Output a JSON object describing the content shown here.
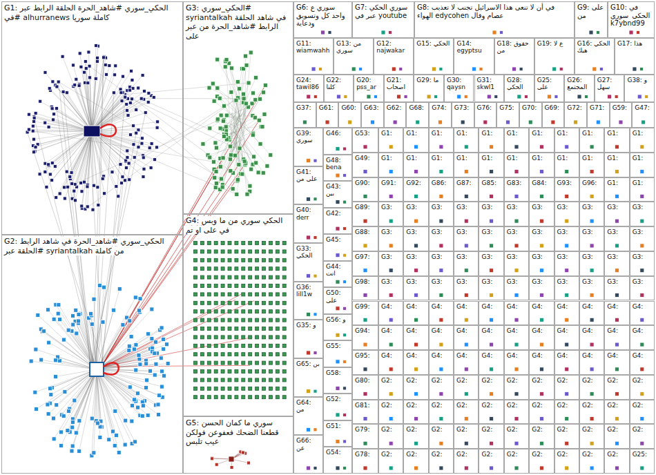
{
  "diagram": {
    "nodes": [
      {
        "text": [
          "G1: الحكي_سوري #شاهد_الحرة الحلقة الرابط عبر في# alhurranews كاملة سوريا"
        ]
      },
      {
        "text": [
          "G2: الحكي_سوري #شاهد_الحرة في شاهد الرابط الحلقة عبر# syriantalkah من كاملة"
        ]
      },
      {
        "text": [
          "G3: الحكي_سوري# syriantalkah في شاهد الحلقة الرابط #شاهد_الحرة من عبر على"
        ]
      },
      {
        "text": [
          "G4: الحكي سوري من ما وبس في على او تم"
        ]
      },
      {
        "text": [
          "G5: سوري ما كمان الحسن قطعنا الضحك فعفوعن فولكن عيب تلبس"
        ]
      },
      {
        "text": [
          "G6: سوري ع واحد كل وتسويق ودعاية"
        ]
      },
      {
        "text": [
          "G7: سوري الحكي عبر في youtube"
        ]
      },
      {
        "text": [
          "G8: في أن لا تنعى هذا الاسرائيل تجنب لا تعذيب الهواء edycohen عصام وقال"
        ]
      },
      {
        "text": [
          "G9: علی من"
        ]
      },
      {
        "text": [
          "G10: في الحكي_سوري k7ybnd99"
        ]
      },
      {
        "text": [
          "G11: wiamwahh"
        ]
      },
      {
        "text": [
          "G13: من سوري"
        ]
      },
      {
        "text": [
          "G12: najwakar"
        ]
      },
      {
        "text": [
          "G15: الحكي"
        ]
      },
      {
        "text": [
          "G14: egyptsu"
        ]
      },
      {
        "text": [
          "G18: حقوق من"
        ]
      },
      {
        "text": [
          "G19: ع لا"
        ]
      },
      {
        "text": [
          "G16: الحكي هيك"
        ]
      },
      {
        "text": [
          "G17: هذا"
        ]
      },
      {
        "text": [
          "G24: tawil86"
        ]
      },
      {
        "text": [
          "G22: كلنا"
        ]
      },
      {
        "text": [
          "G20: pss_ar"
        ]
      },
      {
        "text": [
          "G21: اصحاب"
        ]
      },
      {
        "text": [
          "G29: ما"
        ]
      },
      {
        "text": [
          "G30: qaysn"
        ]
      },
      {
        "text": [
          "G31: skwl1"
        ]
      },
      {
        "text": [
          "G28: الحكي"
        ]
      },
      {
        "text": [
          "G25: على"
        ]
      },
      {
        "text": [
          "G26: المجتمع"
        ]
      },
      {
        "text": [
          "G27: سهل"
        ]
      },
      {
        "text": [
          "G38: و"
        ]
      },
      {
        "text": [
          "G37:"
        ]
      },
      {
        "text": [
          "G61:"
        ]
      },
      {
        "text": [
          "G60:"
        ]
      },
      {
        "text": [
          "G63:"
        ]
      },
      {
        "text": [
          "G62:"
        ]
      },
      {
        "text": [
          "G68:"
        ]
      },
      {
        "text": [
          "G74:"
        ]
      },
      {
        "text": [
          "G73:"
        ]
      },
      {
        "text": [
          "G76:"
        ]
      },
      {
        "text": [
          "G75:"
        ]
      },
      {
        "text": [
          "G70:"
        ]
      },
      {
        "text": [
          "G69:"
        ]
      },
      {
        "text": [
          "G72:"
        ]
      },
      {
        "text": [
          "G71:"
        ]
      },
      {
        "text": [
          "G59:"
        ]
      },
      {
        "text": [
          "G47:"
        ]
      },
      {
        "text": [
          "G39: سوري"
        ]
      },
      {
        "text": [
          "G41: على من"
        ]
      },
      {
        "text": [
          "G40: derr"
        ]
      },
      {
        "text": [
          "G33: الحكي"
        ]
      },
      {
        "text": [
          "G36: lill1w"
        ]
      },
      {
        "text": [
          "G35: و"
        ]
      },
      {
        "text": [
          "G65: بن"
        ]
      },
      {
        "text": [
          "G64: من"
        ]
      },
      {
        "text": [
          "G66: عن"
        ]
      },
      {
        "text": [
          "G46:"
        ]
      },
      {
        "text": [
          "G48: bena"
        ]
      },
      {
        "text": [
          "G43: بين"
        ]
      },
      {
        "text": [
          "G42:"
        ]
      },
      {
        "text": [
          "G45:"
        ]
      },
      {
        "text": [
          "G44: انت"
        ]
      },
      {
        "text": [
          "G50: على"
        ]
      },
      {
        "text": [
          "G56: و"
        ]
      },
      {
        "text": [
          "G55:"
        ]
      },
      {
        "text": [
          "G58:"
        ]
      },
      {
        "text": [
          "G52:"
        ]
      },
      {
        "text": [
          "G51:"
        ]
      },
      {
        "text": [
          "G54:"
        ]
      },
      {
        "text": [
          "G53:"
        ]
      },
      {
        "text": [
          "G49:"
        ]
      },
      {
        "text": [
          "G90:"
        ]
      },
      {
        "text": [
          "G89:"
        ]
      },
      {
        "text": [
          "G88:"
        ]
      },
      {
        "text": [
          "G97:"
        ]
      },
      {
        "text": [
          "G98:"
        ]
      },
      {
        "text": [
          "G99:"
        ]
      },
      {
        "text": [
          "G94:"
        ]
      },
      {
        "text": [
          "G95:"
        ]
      },
      {
        "text": [
          "G80:"
        ]
      },
      {
        "text": [
          "G81:"
        ]
      },
      {
        "text": [
          "G79:"
        ]
      },
      {
        "text": [
          "G78:"
        ]
      },
      {
        "text": [
          "G1:"
        ]
      },
      {
        "text": [
          "G1:"
        ]
      },
      {
        "text": [
          "G1:"
        ]
      },
      {
        "text": [
          "G1:"
        ]
      },
      {
        "text": [
          "G1:"
        ]
      },
      {
        "text": [
          "G1:"
        ]
      },
      {
        "text": [
          "G1:"
        ]
      },
      {
        "text": [
          "G1:"
        ]
      },
      {
        "text": [
          "G1:"
        ]
      },
      {
        "text": [
          "G1:"
        ]
      },
      {
        "text": [
          "G1:"
        ]
      },
      {
        "text": [
          "G1:"
        ]
      },
      {
        "text": [
          "G1:"
        ]
      },
      {
        "text": [
          "G1:"
        ]
      },
      {
        "text": [
          "G1:"
        ]
      },
      {
        "text": [
          "G1:"
        ]
      },
      {
        "text": [
          "G1:"
        ]
      },
      {
        "text": [
          "G1:"
        ]
      },
      {
        "text": [
          "G1:"
        ]
      },
      {
        "text": [
          "G1:"
        ]
      },
      {
        "text": [
          "G1:"
        ]
      },
      {
        "text": [
          "G1:"
        ]
      },
      {
        "text": [
          "G91:"
        ]
      },
      {
        "text": [
          "G92:"
        ]
      },
      {
        "text": [
          "G86:"
        ]
      },
      {
        "text": [
          "G87:"
        ]
      },
      {
        "text": [
          "G85:"
        ]
      },
      {
        "text": [
          "G83:"
        ]
      },
      {
        "text": [
          "G84:"
        ]
      },
      {
        "text": [
          "G93:"
        ]
      },
      {
        "text": [
          "G96:"
        ]
      },
      {
        "text": [
          "G1:"
        ]
      },
      {
        "text": [
          "G1:"
        ]
      },
      {
        "text": [
          "G3:"
        ]
      },
      {
        "text": [
          "G3:"
        ]
      },
      {
        "text": [
          "G3:"
        ]
      },
      {
        "text": [
          "G3:"
        ]
      },
      {
        "text": [
          "G3:"
        ]
      },
      {
        "text": [
          "G3:"
        ]
      },
      {
        "text": [
          "G3:"
        ]
      },
      {
        "text": [
          "G3:"
        ]
      },
      {
        "text": [
          "G3:"
        ]
      },
      {
        "text": [
          "G3:"
        ]
      },
      {
        "text": [
          "G3:"
        ]
      },
      {
        "text": [
          "G3:"
        ]
      },
      {
        "text": [
          "G3:"
        ]
      },
      {
        "text": [
          "G3:"
        ]
      },
      {
        "text": [
          "G3:"
        ]
      },
      {
        "text": [
          "G3:"
        ]
      },
      {
        "text": [
          "G3:"
        ]
      },
      {
        "text": [
          "G3:"
        ]
      },
      {
        "text": [
          "G3:"
        ]
      },
      {
        "text": [
          "G3:"
        ]
      },
      {
        "text": [
          "G3:"
        ]
      },
      {
        "text": [
          "G3:"
        ]
      },
      {
        "text": [
          "G3:"
        ]
      },
      {
        "text": [
          "G3:"
        ]
      },
      {
        "text": [
          "G3:"
        ]
      },
      {
        "text": [
          "G3:"
        ]
      },
      {
        "text": [
          "G3:"
        ]
      },
      {
        "text": [
          "G3:"
        ]
      },
      {
        "text": [
          "G3:"
        ]
      },
      {
        "text": [
          "G3:"
        ]
      },
      {
        "text": [
          "G3:"
        ]
      },
      {
        "text": [
          "G3:"
        ]
      },
      {
        "text": [
          "G3:"
        ]
      },
      {
        "text": [
          "G3:"
        ]
      },
      {
        "text": [
          "G3:"
        ]
      },
      {
        "text": [
          "G3:"
        ]
      },
      {
        "text": [
          "G3:"
        ]
      },
      {
        "text": [
          "G3:"
        ]
      },
      {
        "text": [
          "G3:"
        ]
      },
      {
        "text": [
          "G3:"
        ]
      },
      {
        "text": [
          "G3:"
        ]
      },
      {
        "text": [
          "G3:"
        ]
      },
      {
        "text": [
          "G3:"
        ]
      },
      {
        "text": [
          "G3:"
        ]
      },
      {
        "text": [
          "G4:"
        ]
      },
      {
        "text": [
          "G4:"
        ]
      },
      {
        "text": [
          "G4:"
        ]
      },
      {
        "text": [
          "G4:"
        ]
      },
      {
        "text": [
          "G4:"
        ]
      },
      {
        "text": [
          "G4:"
        ]
      },
      {
        "text": [
          "G4:"
        ]
      },
      {
        "text": [
          "G4:"
        ]
      },
      {
        "text": [
          "G4:"
        ]
      },
      {
        "text": [
          "G4:"
        ]
      },
      {
        "text": [
          "G4:"
        ]
      },
      {
        "text": [
          "G4:"
        ]
      },
      {
        "text": [
          "G4:"
        ]
      },
      {
        "text": [
          "G4:"
        ]
      },
      {
        "text": [
          "G4:"
        ]
      },
      {
        "text": [
          "G4:"
        ]
      },
      {
        "text": [
          "G4:"
        ]
      },
      {
        "text": [
          "G4:"
        ]
      },
      {
        "text": [
          "G4:"
        ]
      },
      {
        "text": [
          "G4:"
        ]
      },
      {
        "text": [
          "G4:"
        ]
      },
      {
        "text": [
          "G4:"
        ]
      },
      {
        "text": [
          "G4:"
        ]
      },
      {
        "text": [
          "G4:"
        ]
      },
      {
        "text": [
          "G4:"
        ]
      },
      {
        "text": [
          "G4:"
        ]
      },
      {
        "text": [
          "G4:"
        ]
      },
      {
        "text": [
          "G4:"
        ]
      },
      {
        "text": [
          "G4:"
        ]
      },
      {
        "text": [
          "G4:"
        ]
      },
      {
        "text": [
          "G4:"
        ]
      },
      {
        "text": [
          "G4:"
        ]
      },
      {
        "text": [
          "G4:"
        ]
      },
      {
        "text": [
          "G2:"
        ]
      },
      {
        "text": [
          "G2:"
        ]
      },
      {
        "text": [
          "G2:"
        ]
      },
      {
        "text": [
          "G2:"
        ]
      },
      {
        "text": [
          "G2:"
        ]
      },
      {
        "text": [
          "G2:"
        ]
      },
      {
        "text": [
          "G2:"
        ]
      },
      {
        "text": [
          "G2:"
        ]
      },
      {
        "text": [
          "G2:"
        ]
      },
      {
        "text": [
          "G2:"
        ]
      },
      {
        "text": [
          "G2:"
        ]
      },
      {
        "text": [
          "G2:"
        ]
      },
      {
        "text": [
          "G2:"
        ]
      },
      {
        "text": [
          "G2:"
        ]
      },
      {
        "text": [
          "G2:"
        ]
      },
      {
        "text": [
          "G2:"
        ]
      },
      {
        "text": [
          "G2:"
        ]
      },
      {
        "text": [
          "G2:"
        ]
      },
      {
        "text": [
          "G2:"
        ]
      },
      {
        "text": [
          "G2:"
        ]
      },
      {
        "text": [
          "G2:"
        ]
      },
      {
        "text": [
          "G2:"
        ]
      },
      {
        "text": [
          "G2:"
        ]
      },
      {
        "text": [
          "G2:"
        ]
      },
      {
        "text": [
          "G2:"
        ]
      },
      {
        "text": [
          "G2:"
        ]
      },
      {
        "text": [
          "G2:"
        ]
      },
      {
        "text": [
          "G2:"
        ]
      },
      {
        "text": [
          "G2:"
        ]
      },
      {
        "text": [
          "G2:"
        ]
      },
      {
        "text": [
          "G2:"
        ]
      },
      {
        "text": [
          "G2:"
        ]
      },
      {
        "text": [
          "G2:"
        ]
      },
      {
        "text": [
          "G2:"
        ]
      },
      {
        "text": [
          "G2:"
        ]
      },
      {
        "text": [
          "G2:"
        ]
      },
      {
        "text": [
          "G2:"
        ]
      },
      {
        "text": [
          "G2:"
        ]
      },
      {
        "text": [
          "G2:"
        ]
      },
      {
        "text": [
          "G2:"
        ]
      },
      {
        "text": [
          "G2:"
        ]
      },
      {
        "text": [
          "G2:"
        ]
      },
      {
        "text": [
          "G2:"
        ]
      },
      {
        "text": [
          "G25:"
        ]
      }
    ]
  }
}
